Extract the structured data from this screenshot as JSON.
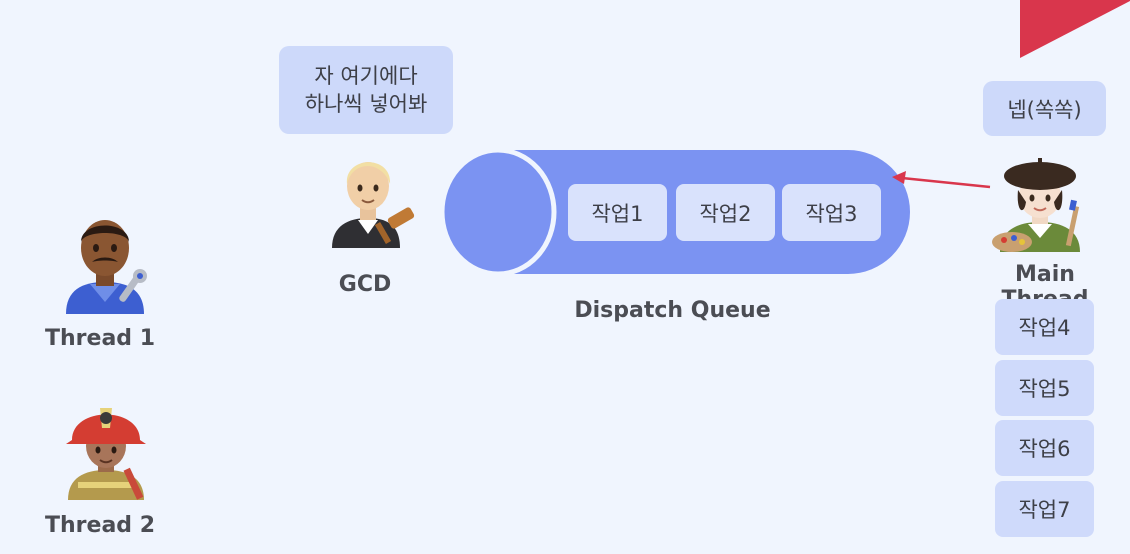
{
  "gcd_bubble": {
    "line1": "자 여기에다",
    "line2": "하나씩 넣어봐"
  },
  "main_bubble": {
    "text": "넵(쏙쏙)"
  },
  "labels": {
    "thread1": "Thread 1",
    "thread2": "Thread 2",
    "gcd": "GCD",
    "queue": "Dispatch Queue",
    "main": "Main Thread"
  },
  "queue_tasks": [
    "작업1",
    "작업2",
    "작업3"
  ],
  "main_tasks": [
    "작업4",
    "작업5",
    "작업6",
    "작업7"
  ],
  "colors": {
    "background": "#f0f5fe",
    "queue": "#7b93f2",
    "task": "#d9e2fc",
    "arrow": "#d9364c",
    "corner": "#d9364c"
  },
  "icons": {
    "thread1": "mechanic-man-icon",
    "thread2": "firefighter-woman-icon",
    "gcd": "judge-icon",
    "main": "artist-woman-icon"
  }
}
